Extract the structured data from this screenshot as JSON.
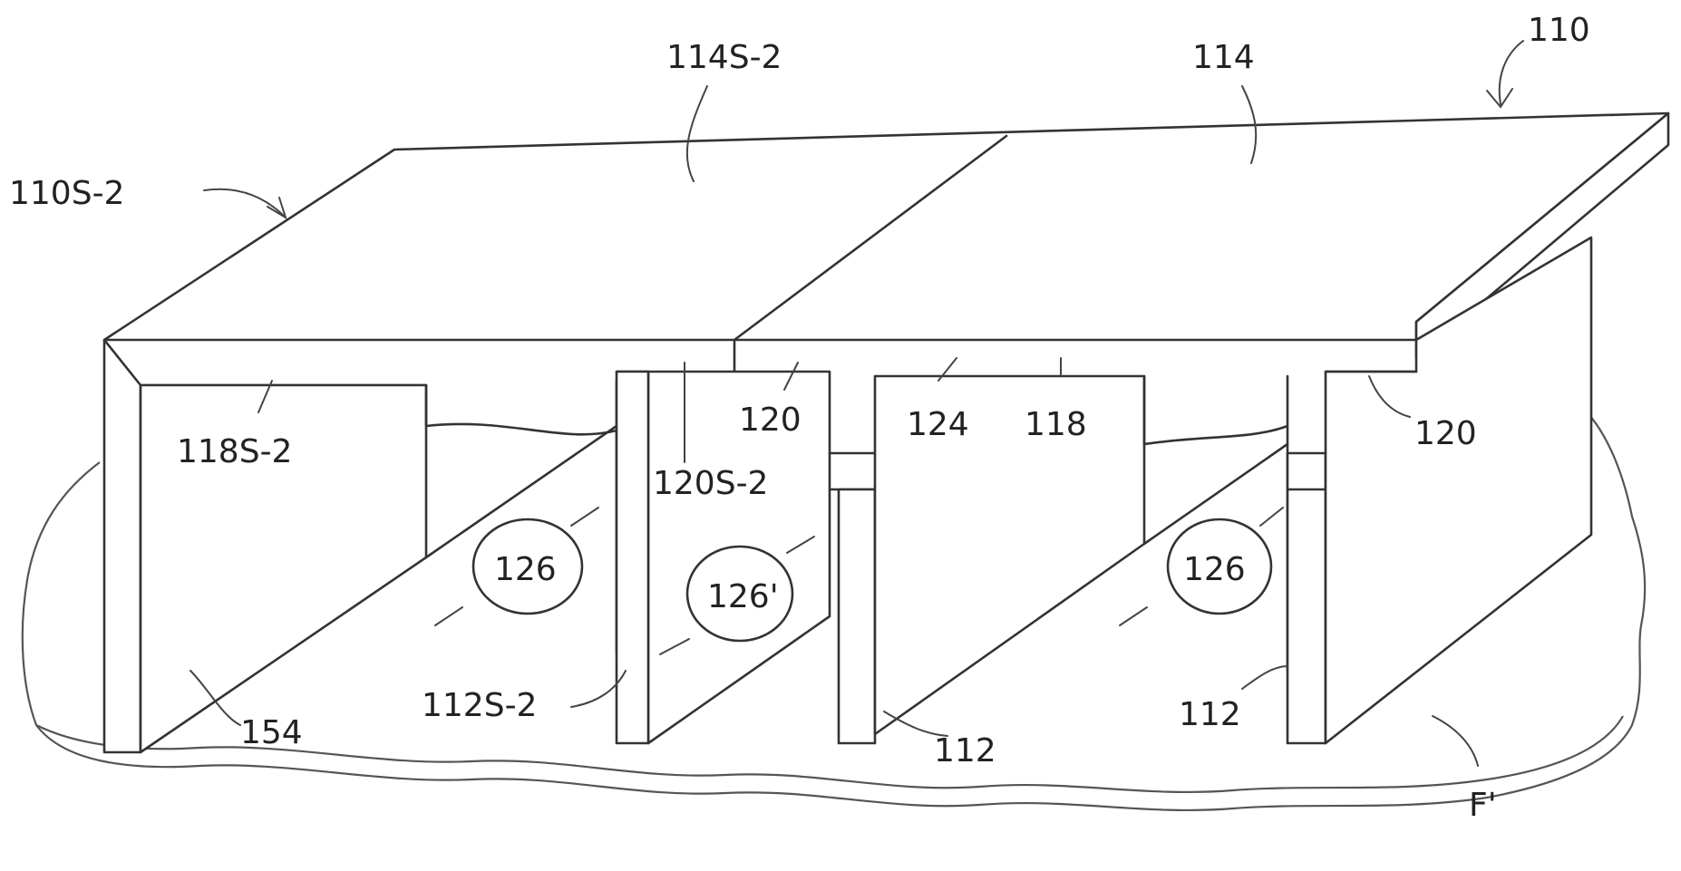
{
  "labels": {
    "l110": "110",
    "l114s2": "114S-2",
    "l114": "114",
    "l110s2": "110S-2",
    "l118s2": "118S-2",
    "l120a": "120",
    "l120s2": "120S-2",
    "l124": "124",
    "l118": "118",
    "l120b": "120",
    "l126a": "126",
    "l126p": "126'",
    "l126b": "126",
    "l154": "154",
    "l112s2": "112S-2",
    "l112a": "112",
    "l112b": "112",
    "lF": "F'"
  }
}
